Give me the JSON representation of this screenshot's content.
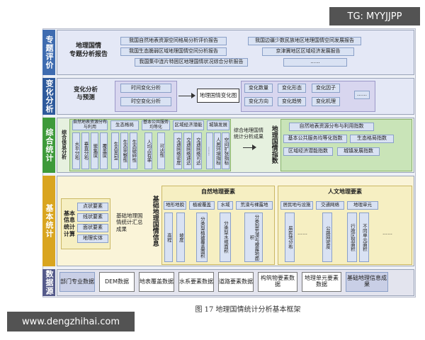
{
  "watermark_top": "TG: MYYJJPP",
  "watermark_bottom": "www.dengzhihai.com",
  "caption": "图 17  地理国情统计分析基本框架",
  "tiers": [
    {
      "name": "专题评价"
    },
    {
      "name": "变化分析"
    },
    {
      "name": "综合统计"
    },
    {
      "name": "基本统计"
    },
    {
      "name": "数据源"
    }
  ],
  "tier1": {
    "title_line1": "地理国情",
    "title_line2": "专题分析报告",
    "reports_left": [
      "我国自然地表资源空间格局分析评价报告",
      "我国生态脆弱区域地理国情空间分析报告",
      "我国集中连片特困区地理国情状况综合分析报告"
    ],
    "reports_right": [
      "我国边疆少数民族地区地理国情空间发展报告",
      "京津冀地区区域经济发展报告",
      "......"
    ]
  },
  "tier2": {
    "title_line1": "变化分析",
    "title_line2": "与预测",
    "left_boxes": [
      "时间变化分析",
      "时空变化分析"
    ],
    "center": "地理国情变化图",
    "right_boxes": [
      "变化数量",
      "变化形态",
      "变化因子",
      "变化方向",
      "变化趋势",
      "变化机理"
    ],
    "more": "……"
  },
  "tier3": {
    "side_label": "综合信息分析",
    "groups": [
      {
        "title": "自然地表资源分布与利用",
        "cols": [
          "水平分布",
          "垂直分布",
          "聚集度",
          "覆盖度"
        ]
      },
      {
        "title": "生态格局",
        "cols": [
          "生态类型",
          "生态完整性",
          "生态破碎性"
        ]
      },
      {
        "title": "基本公共服务均等化",
        "cols": [
          "人均占有率",
          "可达性"
        ]
      },
      {
        "title": "区域经济潜能",
        "cols": [
          "交通网络密度",
          "交通网络通达",
          "交通网络可达"
        ]
      },
      {
        "title": "城镇发展",
        "cols": [
          "……",
          "人居环境指标",
          "空间扩张指标"
        ]
      }
    ],
    "result_label": "综合地理国情统计分析成果",
    "index_title": "地理国情指数",
    "indices": [
      "自然地表资源分布与利用指数",
      "基本公共服务均等化指数",
      "生态格局指数",
      "区域经济潜能指数",
      "城镇发展指数"
    ]
  },
  "tier4": {
    "left_title": "基本信息统计计算",
    "left_items": [
      "点状要素",
      "线状要素",
      "面状要素",
      "地理实体"
    ],
    "middle": "基础地理国情统计汇总成果",
    "title": "基础地理国情信息",
    "natural_title": "自然地理要素",
    "human_title": "人文地理要素",
    "natural_cats": [
      {
        "name": "地形地貌",
        "cols": [
          "高程",
          "坡度"
        ]
      },
      {
        "name": "植被覆盖",
        "cols": [
          "分类型植被覆盖面积"
        ]
      },
      {
        "name": "水域",
        "cols": [
          "分类型水域面积"
        ]
      },
      {
        "name": "荒漠与裸露地",
        "cols": [
          "分类型荒漠与裸露地面积"
        ]
      }
    ],
    "human_cats": [
      {
        "name": "居民地与设施",
        "cols": [
          "居民地分布"
        ]
      },
      {
        "name": "交通网络",
        "cols": [
          "公路网密度"
        ]
      },
      {
        "name": "地理单元",
        "cols": [
          "行政区划面积",
          "不同单元面积"
        ]
      }
    ],
    "more": "……"
  },
  "tier5": {
    "sources": [
      "部门专业数据",
      "DEM数据",
      "地表覆盖数据",
      "水系要素数据",
      "道路要素数据",
      "构筑物要素数据",
      "地理单元要素数据",
      "基础地理信息成果"
    ]
  }
}
